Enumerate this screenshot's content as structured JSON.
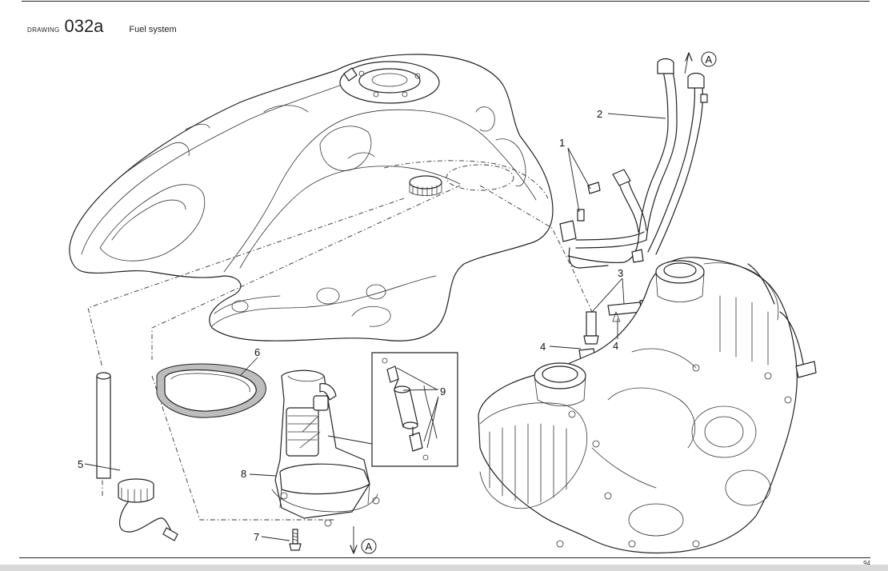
{
  "header": {
    "drawing_word": "DRAWING",
    "drawing_code": "032a",
    "title": "Fuel system"
  },
  "callouts": {
    "c1": "1",
    "c2": "2",
    "c3": "3",
    "c4a": "4",
    "c4b": "4",
    "c5": "5",
    "c6": "6",
    "c7": "7",
    "c8": "8",
    "c9": "9"
  },
  "references": {
    "ref_top": "A",
    "ref_bottom": "A"
  },
  "footer": {
    "page_number": "94"
  }
}
